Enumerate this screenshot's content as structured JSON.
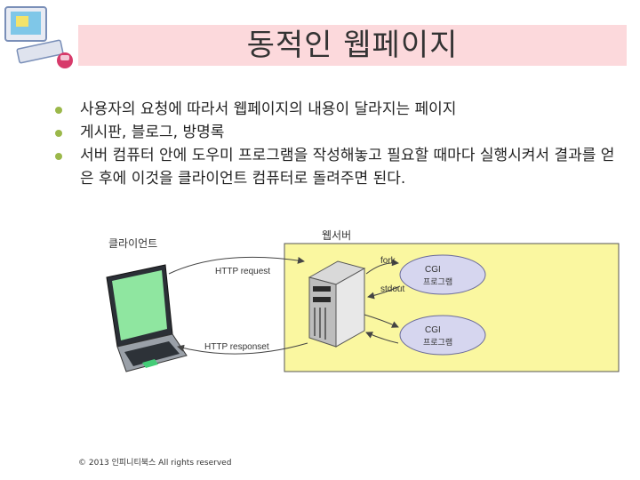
{
  "slide": {
    "title": "동적인 웹페이지",
    "bullets": [
      "사용자의 요청에 따라서 웹페이지의 내용이 달라지는 페이지",
      "게시판, 블로그, 방명록",
      "서버 컴퓨터 안에 도우미 프로그램을 작성해놓고 필요할 때마다 실행시켜서 결과를 얻은 후에 이것을 클라이언트 컴퓨터로 돌려주면 된다."
    ],
    "footer": "© 2013 인피니티북스 All rights reserved"
  },
  "diagram": {
    "client_label": "클라이언트",
    "server_label": "웹서버",
    "request_label": "HTTP request",
    "response_label": "HTTP responset",
    "fork_label": "fork",
    "stdout_label": "stdout",
    "cgi_top_line1": "CGI",
    "cgi_top_line2": "프로그램",
    "cgi_bottom_line1": "CGI",
    "cgi_bottom_line2": "프로그램",
    "colors": {
      "server_box": "#faf7a0",
      "cgi_ellipse": "#d6d6ef",
      "laptop_screen": "#8fe6a0"
    }
  },
  "icons": {
    "logo": "computer-icon"
  }
}
